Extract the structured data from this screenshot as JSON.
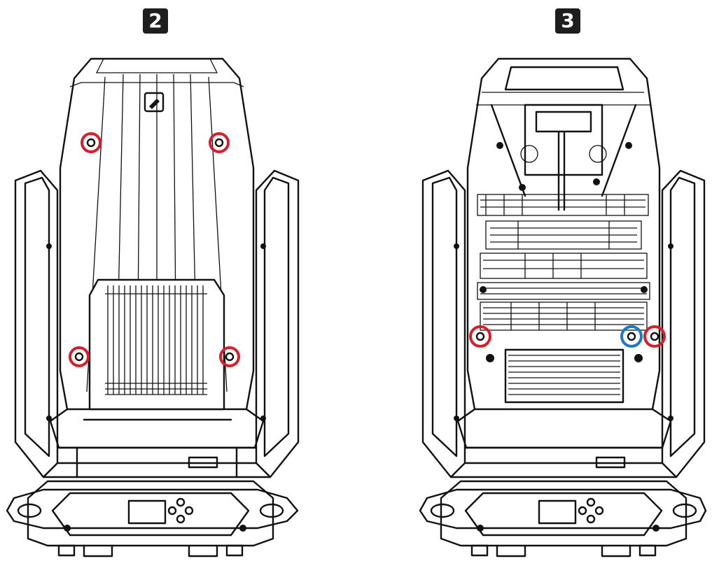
{
  "steps": [
    {
      "number": "2"
    },
    {
      "number": "3"
    }
  ],
  "colors": {
    "highlight_red": "#d4202a",
    "highlight_blue": "#1e7ac0",
    "line": "#111111",
    "badge_bg": "#1e1e1e"
  },
  "icons": [
    "moving-head-fixture-rear-view",
    "moving-head-fixture-open-view",
    "screw-highlight-circle"
  ]
}
